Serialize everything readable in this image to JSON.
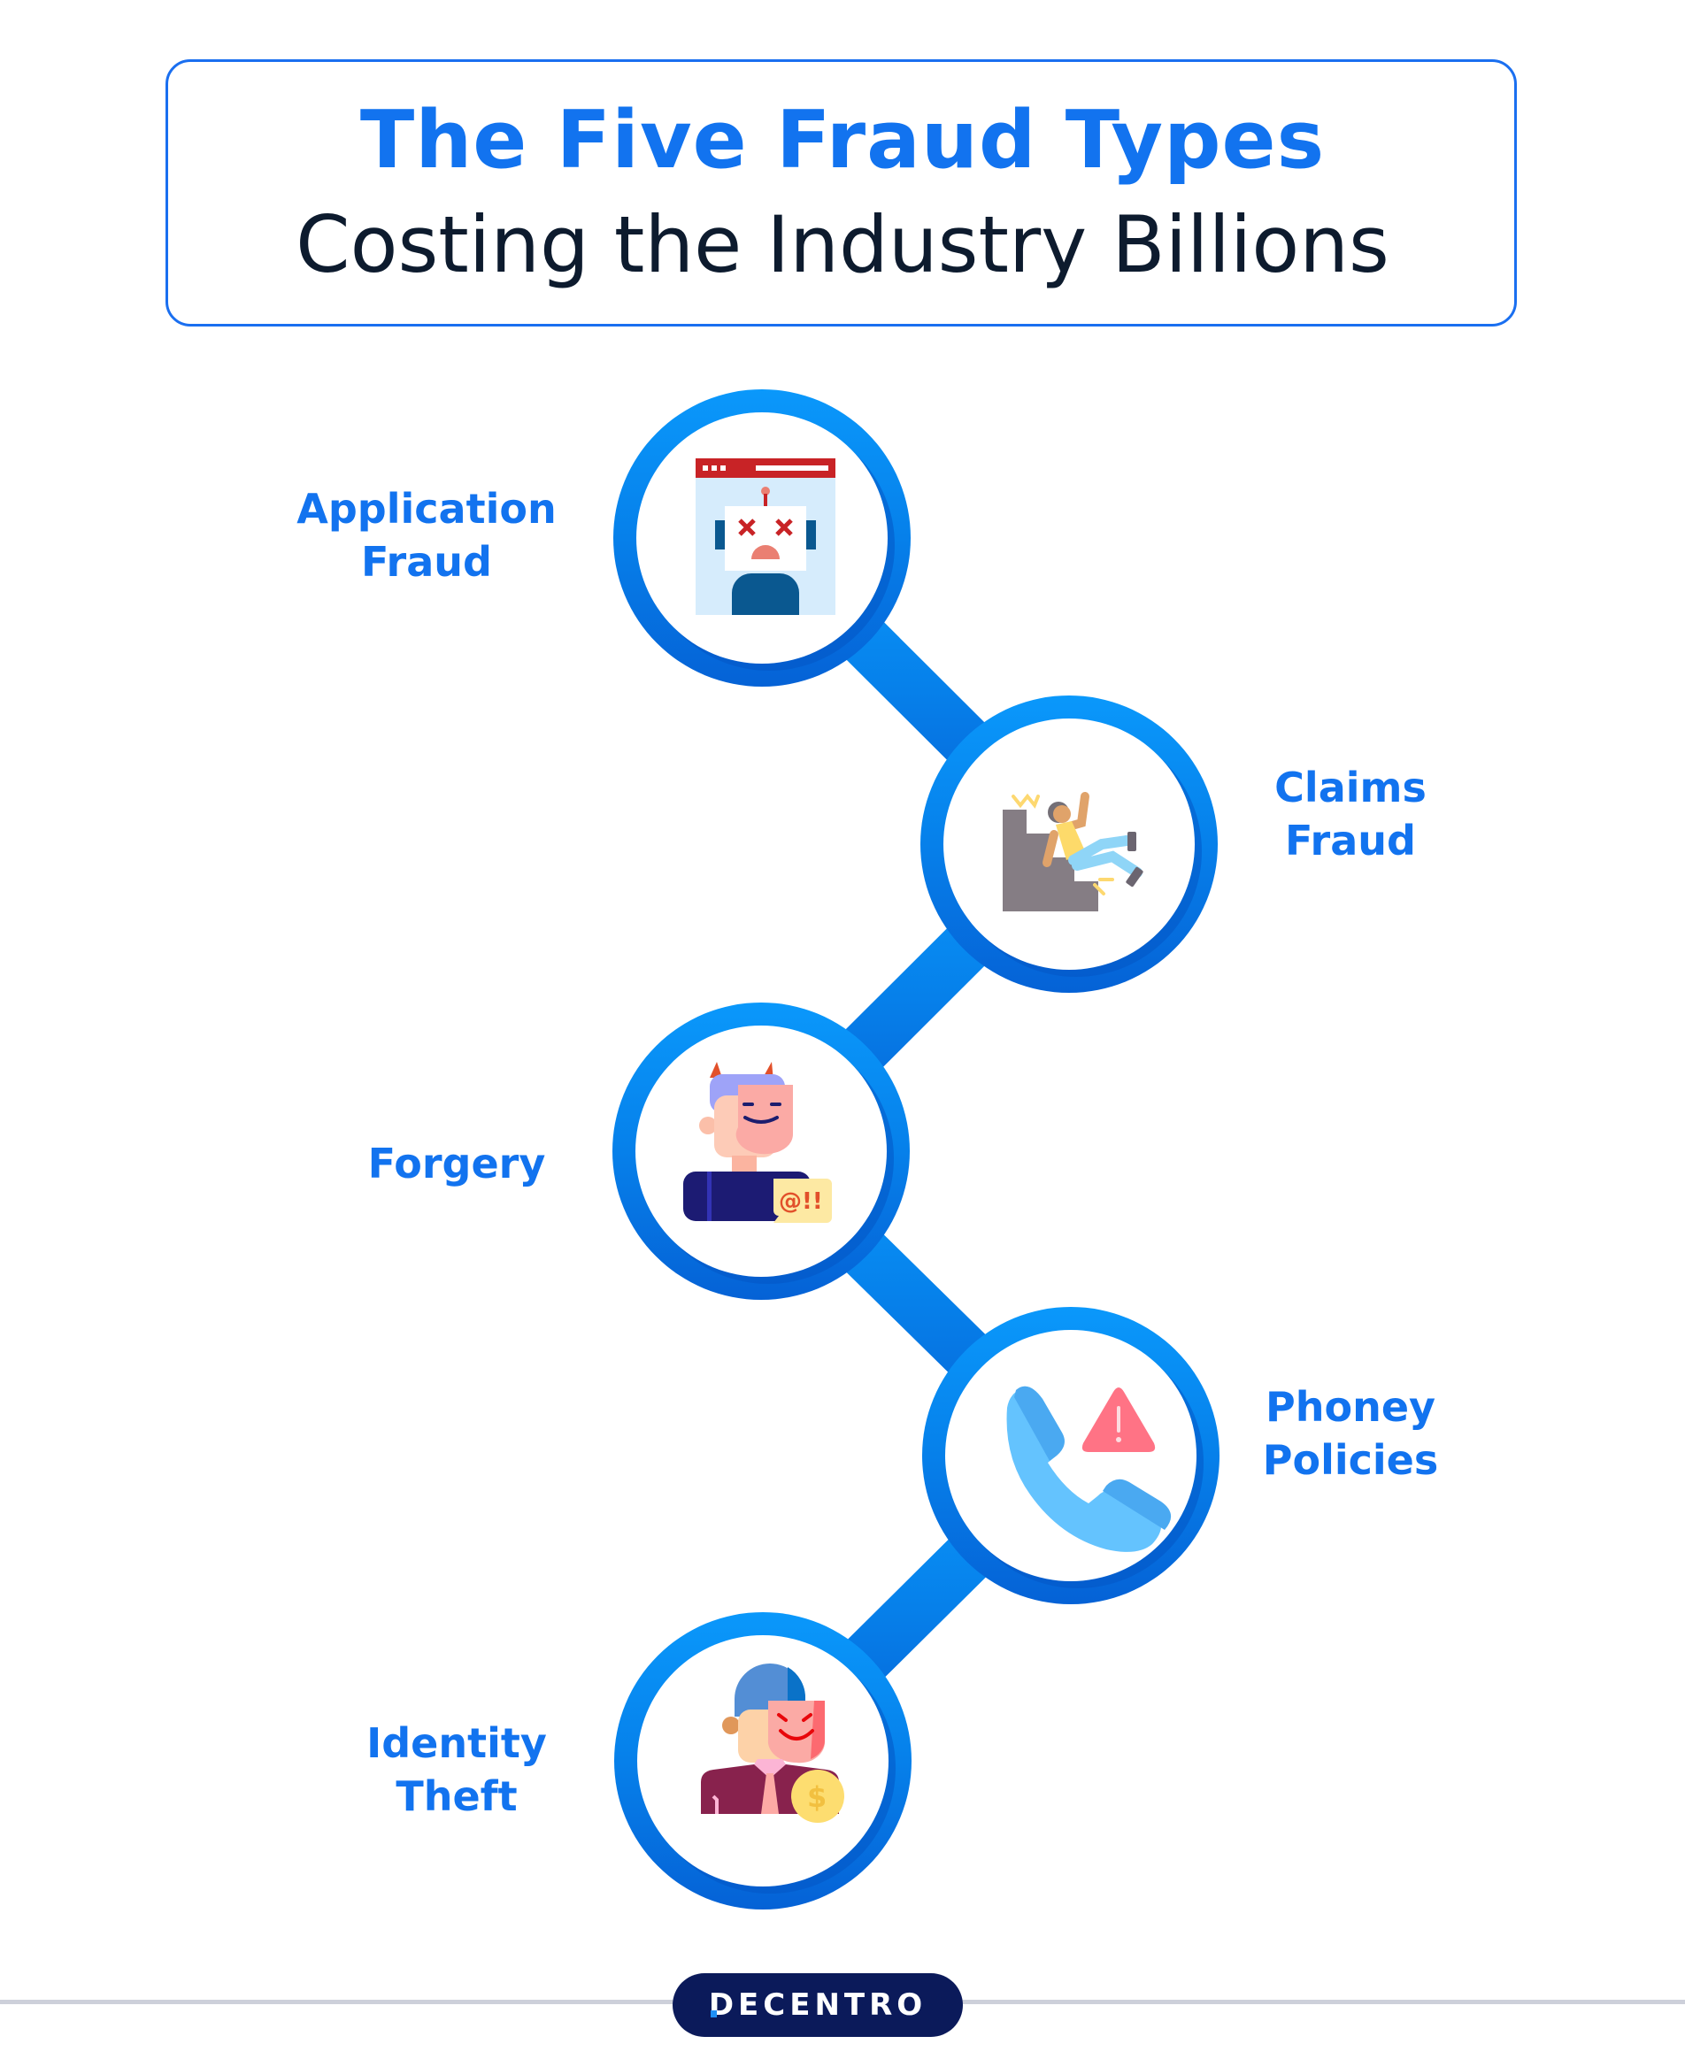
{
  "header": {
    "title_line1": "The Five Fraud Types",
    "title_line2": "Costing the Industry Billions"
  },
  "colors": {
    "accent_blue": "#1273ef",
    "ring_light": "#0a96fa",
    "ring_dark": "#0366d6",
    "title_dark": "#0d1b2e",
    "brand_navy": "#0b1a5a",
    "footer_line": "#cdd0da"
  },
  "fraud_types": [
    {
      "label_line1": "Application",
      "label_line2": "Fraud",
      "icon": "robot-error-icon"
    },
    {
      "label_line1": "Claims",
      "label_line2": "Fraud",
      "icon": "falling-stairs-icon"
    },
    {
      "label_line1": "Forgery",
      "label_line2": "",
      "icon": "devil-mask-person-icon"
    },
    {
      "label_line1": "Phoney",
      "label_line2": "Policies",
      "icon": "phone-warning-icon"
    },
    {
      "label_line1": "Identity",
      "label_line2": "Theft",
      "icon": "masked-thief-coin-icon"
    }
  ],
  "footer": {
    "brand": "DECENTRO"
  }
}
